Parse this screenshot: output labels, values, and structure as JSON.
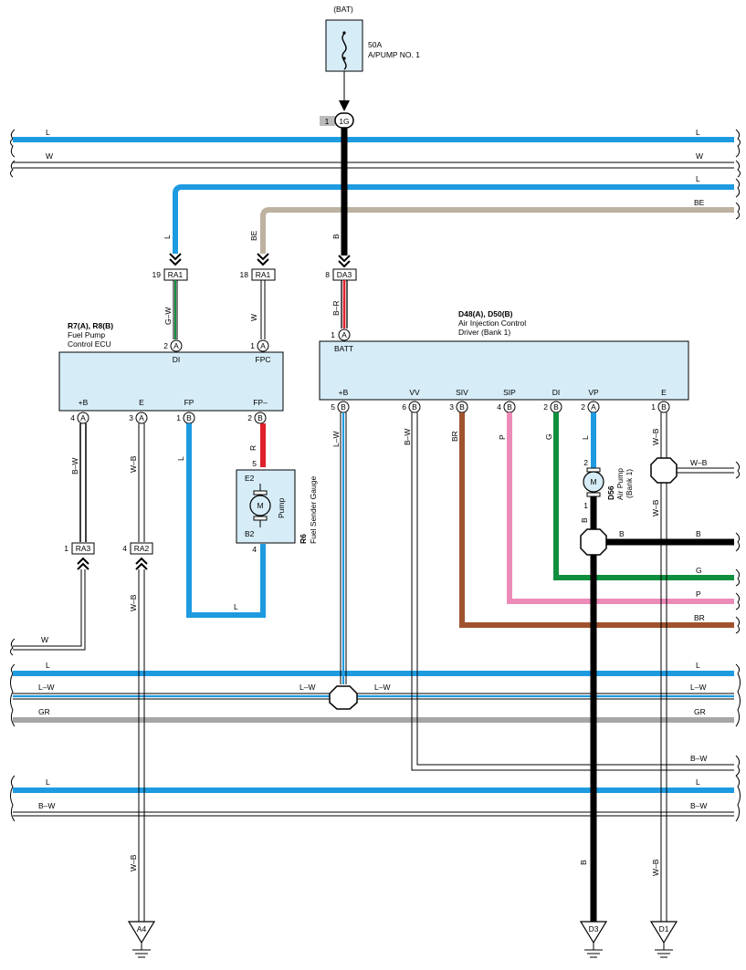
{
  "fuse": {
    "source": "(BAT)",
    "rating": "50A",
    "name": "A/PUMP NO. 1"
  },
  "junction_top": {
    "pin": "1",
    "connector": "1G"
  },
  "bus_labels": {
    "top_l": "L",
    "top_w": "W",
    "l2": "L",
    "be": "BE",
    "mid_w": "W",
    "mid_l": "L",
    "mid_lw": "L–W",
    "mid_gr": "GR",
    "low_l": "L",
    "low_bw": "B–W"
  },
  "connectors": {
    "ra1_left": {
      "pin": "19",
      "name": "RA1"
    },
    "ra1_right": {
      "pin": "18",
      "name": "RA1"
    },
    "da3": {
      "pin": "8",
      "name": "DA3"
    },
    "ra3": {
      "pin": "1",
      "name": "RA3"
    },
    "ra2": {
      "pin": "4",
      "name": "RA2"
    }
  },
  "ecu_fuel": {
    "ref": "R7(A), R8(B)",
    "name_line1": "Fuel Pump",
    "name_line2": "Control ECU",
    "top_pins": [
      {
        "num": "2",
        "conn": "A",
        "label": "DI"
      },
      {
        "num": "1",
        "conn": "A",
        "label": "FPC"
      }
    ],
    "bottom_pins": [
      {
        "num": "4",
        "conn": "A",
        "label": "+B"
      },
      {
        "num": "3",
        "conn": "A",
        "label": "E"
      },
      {
        "num": "1",
        "conn": "B",
        "label": "FP"
      },
      {
        "num": "2",
        "conn": "B",
        "label": "FP–"
      }
    ]
  },
  "ecu_air": {
    "ref": "D48(A), D50(B)",
    "name_line1": "Air Injection Control",
    "name_line2": "Driver (Bank 1)",
    "top_pin": {
      "num": "1",
      "conn": "A",
      "label": "BATT"
    },
    "bottom_pins": [
      {
        "num": "5",
        "conn": "B",
        "label": "+B"
      },
      {
        "num": "6",
        "conn": "B",
        "label": "VV"
      },
      {
        "num": "3",
        "conn": "B",
        "label": "SIV"
      },
      {
        "num": "4",
        "conn": "B",
        "label": "SIP"
      },
      {
        "num": "2",
        "conn": "B",
        "label": "DI"
      },
      {
        "num": "2",
        "conn": "A",
        "label": "VP"
      },
      {
        "num": "1",
        "conn": "B",
        "label": "E"
      }
    ]
  },
  "pump_gauge": {
    "ref": "R6",
    "name": "Fuel Sender Gauge",
    "pin_top": "5",
    "pin_bottom": "4",
    "term_top": "E2",
    "term_bottom": "B2",
    "motor": "M",
    "label": "Pump"
  },
  "air_pump": {
    "ref": "D56",
    "name_line1": "Air Pump",
    "name_line2": "(Bank 1)",
    "motor": "M",
    "pin_top": "2",
    "pin_bottom": "1"
  },
  "wire_labels": {
    "l_to_ra1": "L",
    "be_to_ra1": "BE",
    "b_main": "B",
    "br_da3": "B–R",
    "gw": "G–W",
    "w_fpc": "W",
    "bw_plusb": "B–W",
    "wb_e": "W–B",
    "l_fp": "L",
    "r_fpm": "R",
    "l_loop": "L",
    "lw_plusb": "L–W",
    "bw_vv": "B–W",
    "br_siv": "BR",
    "p_sip": "P",
    "g_di": "G",
    "l_vp": "L",
    "wb_e_top": "W–B",
    "wb_branch": "W–B",
    "wb_e_mid": "W–B",
    "b_pump": "B",
    "b_branch": "B",
    "b_right": "B",
    "g_right": "G",
    "p_right": "P",
    "br_right": "BR",
    "w_left": "W",
    "lw_left": "L–W",
    "lw_right": "L–W",
    "bw_right_vv": "B–W",
    "wb_ra2_down": "W–B",
    "wb_a4": "W–B",
    "b_d3": "B",
    "wb_d1": "W–B"
  },
  "grounds": {
    "a4": "A4",
    "d3": "D3",
    "d1": "D1"
  },
  "colors": {
    "L": "#1e9be0",
    "LW_stripe": "#1e9be0",
    "BE": "#bdb1a0",
    "GR": "#a6a6a6",
    "B": "#000000",
    "R": "#e0202a",
    "BR": "#a0522d",
    "P": "#ec8bb8",
    "G": "#0e8f3e",
    "box": "#d6edf8"
  }
}
